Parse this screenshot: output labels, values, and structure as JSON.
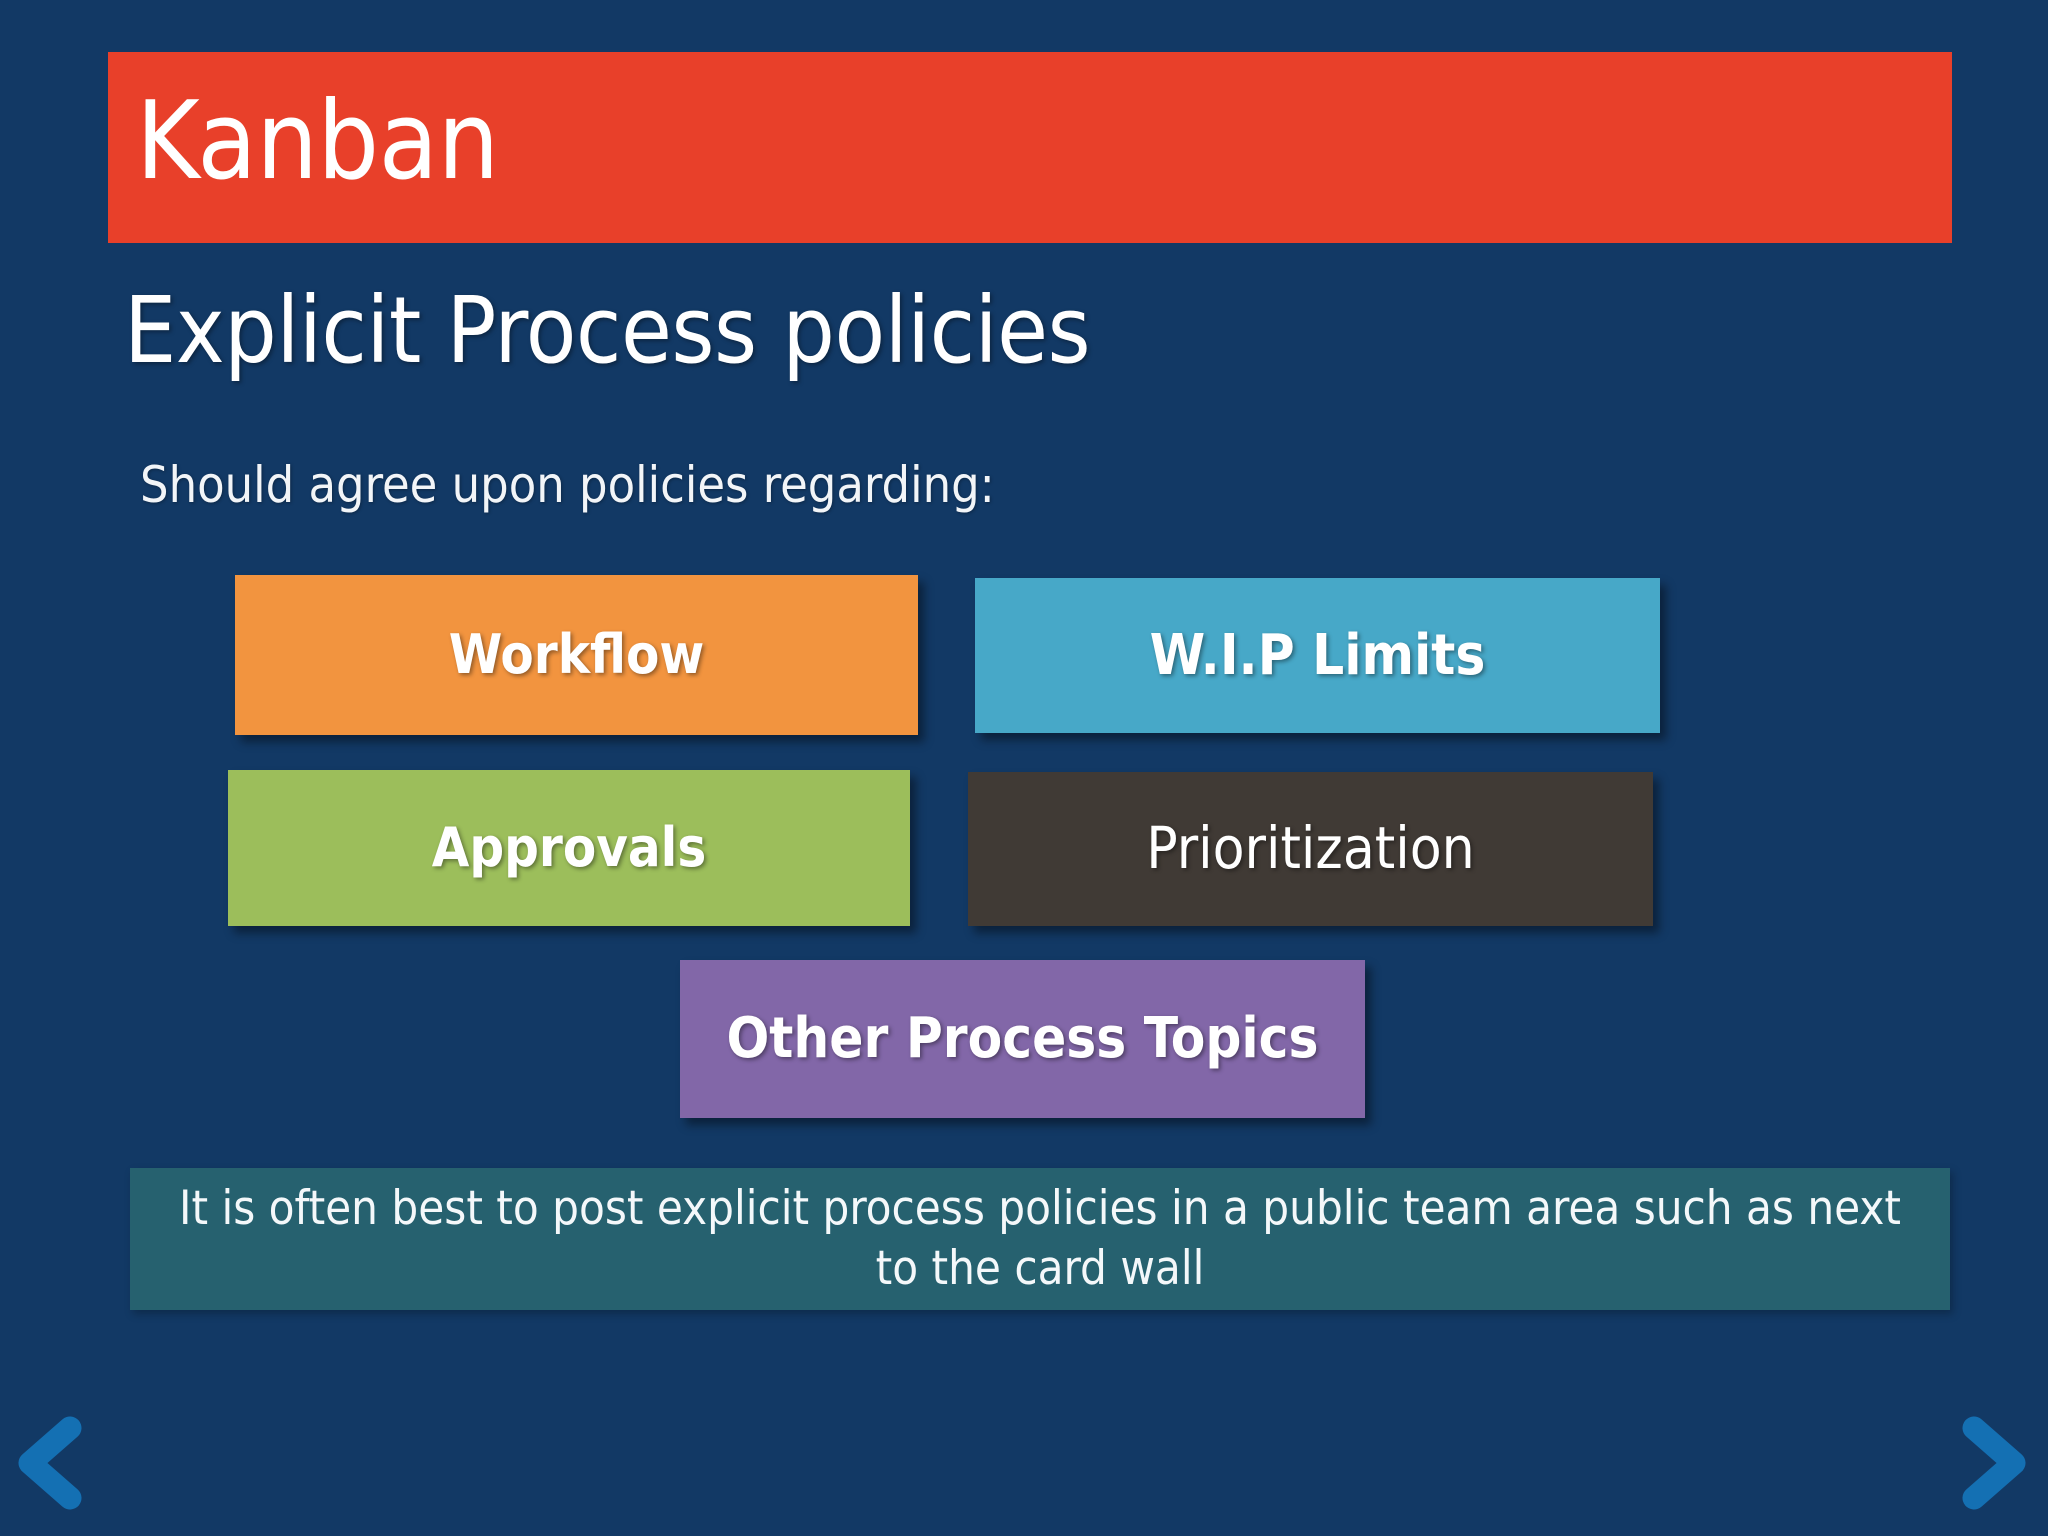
{
  "slide": {
    "banner_title": "Kanban",
    "subtitle": "Explicit Process policies",
    "lead_in": "Should agree upon policies regarding:",
    "caption": "It is often best to post explicit process policies in a public team area such as next to the card wall",
    "policy_boxes": [
      {
        "label": "Workflow",
        "color": "#f2943f"
      },
      {
        "label": "W.I.P Limits",
        "color": "#47a8c8"
      },
      {
        "label": "Approvals",
        "color": "#9cbe5b"
      },
      {
        "label": "Prioritization",
        "color": "#403a35"
      },
      {
        "label": "Other Process Topics",
        "color": "#8267a8"
      }
    ],
    "colors": {
      "background": "#123965",
      "banner": "#e8402a",
      "caption_bar": "#26616f",
      "nav_arrow": "#1573b8"
    },
    "navigation": {
      "previous_icon": "chevron-left-icon",
      "next_icon": "chevron-right-icon"
    }
  }
}
